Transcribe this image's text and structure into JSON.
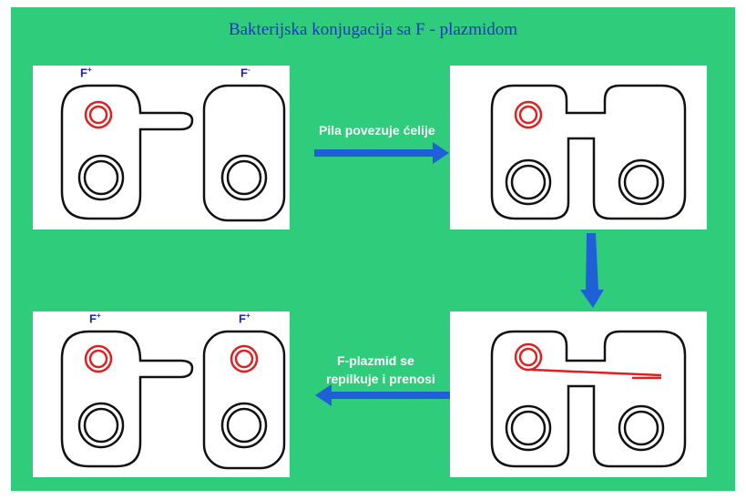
{
  "title": "Bakterijska konjugacija sa F - plazmidom",
  "labels": {
    "f_plus_base": "F",
    "f_plus_sup": "+",
    "f_minus_base": "F",
    "f_minus_sup": "-"
  },
  "steps": {
    "step1_caption": "Pila povezuje ćelije",
    "step3_caption_line1": "F-plazmid se",
    "step3_caption_line2": "repilkuje i prenosi"
  },
  "colors": {
    "background": "#2ecc7b",
    "panel": "#ffffff",
    "outline": "#111111",
    "plasmid": "#e02020",
    "arrow": "#1f5fd8",
    "title": "#1f33c8",
    "label": "#1a2aa8"
  }
}
